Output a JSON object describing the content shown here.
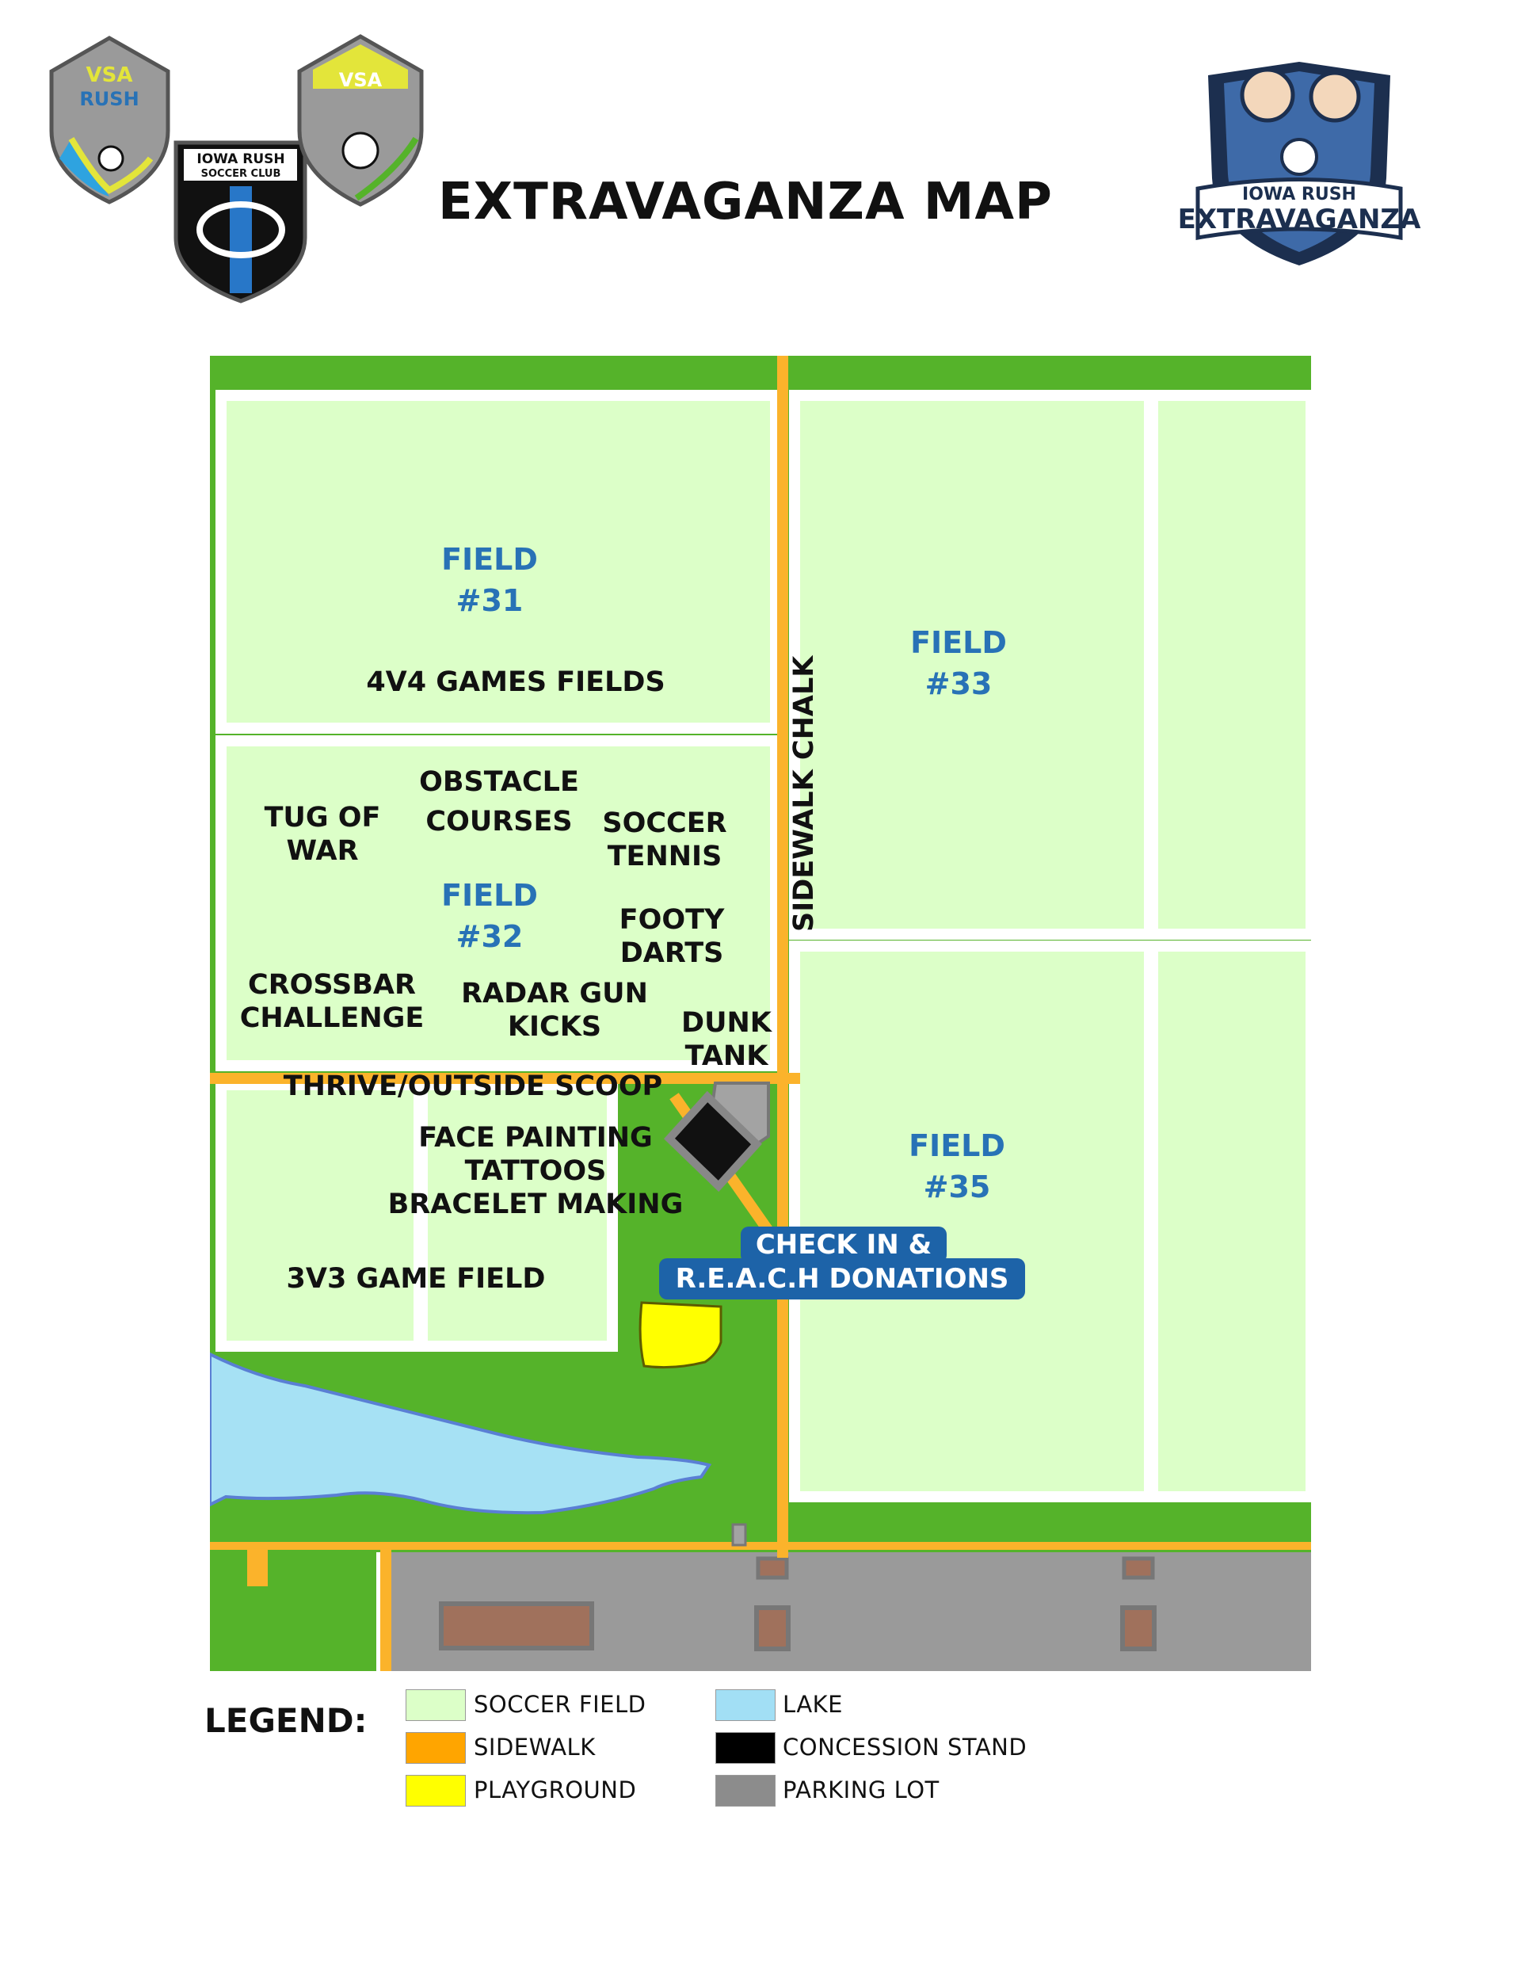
{
  "title": "EXTRAVAGANZA MAP",
  "logos": {
    "vsa_rush_badge": "VSA RUSH",
    "iowa_rush_badge": "IOWA RUSH SOCCER CLUB",
    "vsa_badge": "VSA",
    "extravaganza_logo": [
      "IOWA RUSH",
      "EXTRAVAGANZA"
    ]
  },
  "labels": {
    "field31": [
      "FIELD",
      "#31"
    ],
    "games_4v4": "4V4 GAMES FIELDS",
    "field32": [
      "FIELD",
      "#32"
    ],
    "field33": [
      "FIELD",
      "#33"
    ],
    "field35": [
      "FIELD",
      "#35"
    ],
    "obstacle": [
      "OBSTACLE",
      "COURSES"
    ],
    "tug": [
      "TUG OF",
      "WAR"
    ],
    "soccer_tennis": [
      "SOCCER",
      "TENNIS"
    ],
    "footy": [
      "FOOTY",
      "DARTS"
    ],
    "crossbar": [
      "CROSSBAR",
      "CHALLENGE"
    ],
    "radar": [
      "RADAR GUN",
      "KICKS"
    ],
    "dunk": [
      "DUNK",
      "TANK"
    ],
    "thrive": "THRIVE/OUTSIDE SCOOP",
    "face": [
      "FACE PAINTING",
      "TATTOOS",
      "BRACELET MAKING"
    ],
    "game_3v3": "3V3 GAME FIELD",
    "chalk": "SIDEWALK CHALK",
    "checkin": [
      "CHECK IN &",
      "R.E.A.C.H DONATIONS"
    ]
  },
  "legend": {
    "title": "LEGEND:",
    "items": [
      {
        "label": "SOCCER FIELD",
        "color": "#dcffc8"
      },
      {
        "label": "SIDEWALK",
        "color": "#ffa500"
      },
      {
        "label": "PLAYGROUND",
        "color": "#ffff00"
      },
      {
        "label": "LAKE",
        "color": "#a2dff5"
      },
      {
        "label": "CONCESSION STAND",
        "color": "#000000"
      },
      {
        "label": "PARKING LOT",
        "color": "#8c8c8c"
      }
    ]
  },
  "colors": {
    "grass": "#55b32a",
    "field": "#dcffc8",
    "sidewalk": "#fbb32b",
    "lake": "#a6e1f4",
    "lake_border": "#5a7fd4",
    "parking": "#9a9a9a",
    "field_label": "#2872b6",
    "checkin_bg": "#1d63a8",
    "navy": "#1c2f4f"
  }
}
